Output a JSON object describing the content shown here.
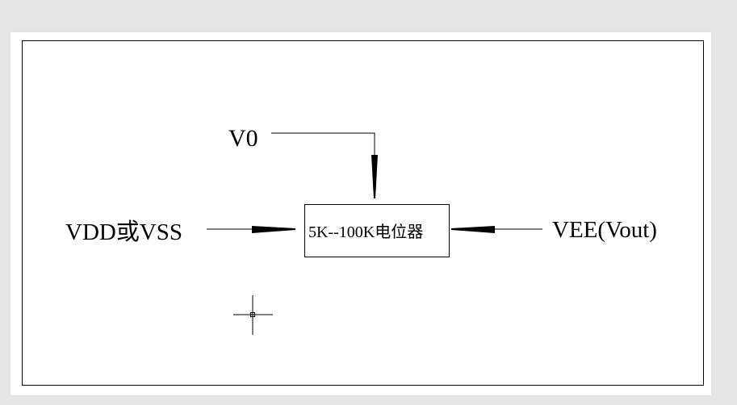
{
  "diagram": {
    "colors": {
      "background": "#e6e6e6",
      "paper": "#ffffff",
      "ink": "#000000"
    },
    "labels": {
      "v0": "V0",
      "vdd_vss": "VDD或VSS",
      "vee_vout": "VEE(Vout)",
      "potentiometer": "5K--100K电位器"
    },
    "icons": {
      "cursor": "crosshair-cursor-icon"
    }
  }
}
